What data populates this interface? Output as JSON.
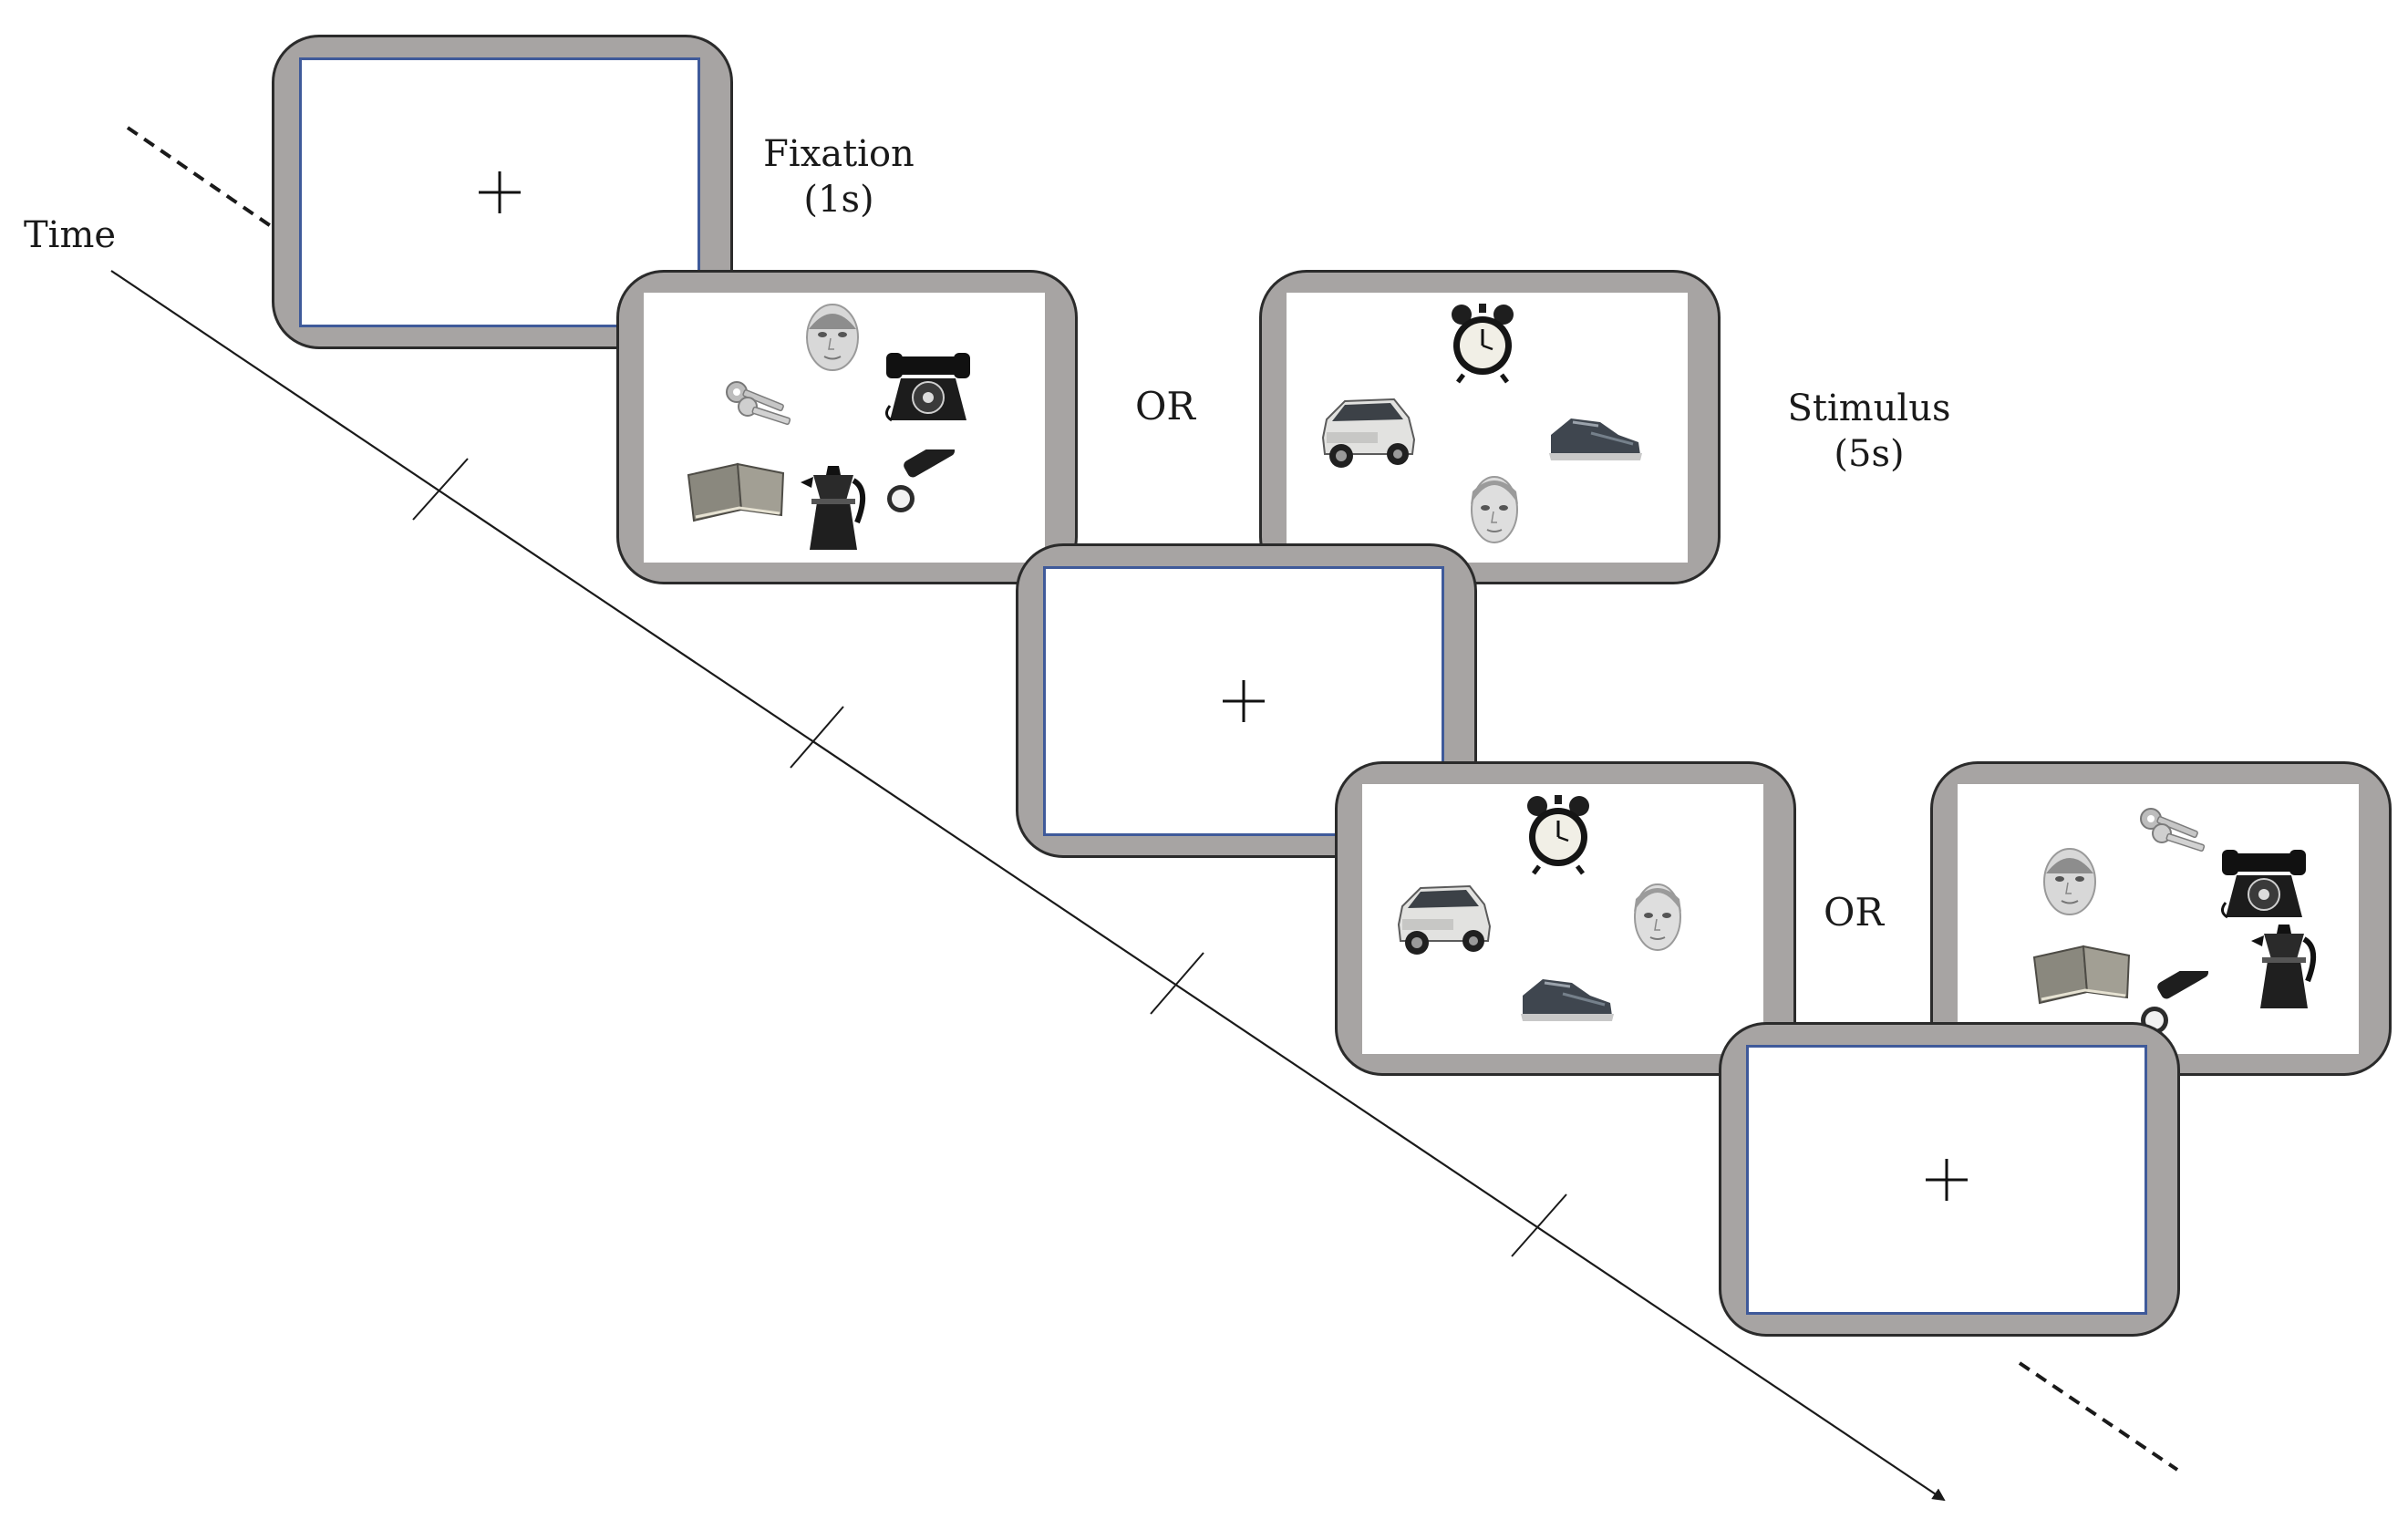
{
  "axis": {
    "label": "Time"
  },
  "phases": {
    "fixation": {
      "name": "Fixation",
      "duration": "(1s)"
    },
    "stimulus": {
      "name": "Stimulus",
      "duration": "(5s)"
    }
  },
  "connectors": {
    "first": "OR",
    "second": "OR"
  },
  "fixation_symbol": "+",
  "stimulus_objects": {
    "display_a": [
      "face-icon",
      "keys-icon",
      "telephone-icon",
      "book-icon",
      "coffee-pot-icon",
      "flashlight-icon"
    ],
    "display_b": [
      "alarm-clock-icon",
      "car-icon",
      "shoe-icon",
      "face-icon"
    ]
  },
  "colors": {
    "monitor_frame": "#a7a4a3",
    "fixation_border": "#3f5a9a",
    "line": "#1a1a1a"
  }
}
